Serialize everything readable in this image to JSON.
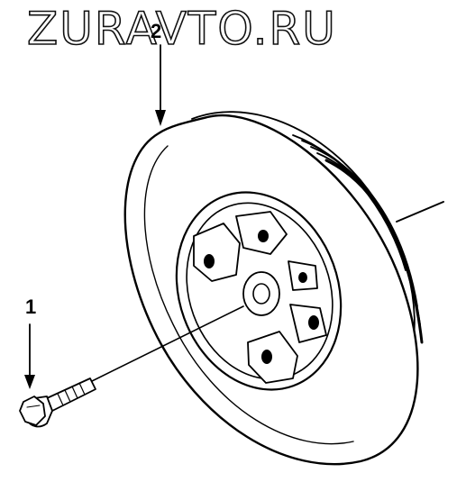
{
  "watermark": "ZURAVTO.RU",
  "callouts": {
    "part1": "1",
    "part2": "2"
  },
  "colors": {
    "line": "#000000",
    "background": "#ffffff"
  },
  "icons": [
    "bolt-icon",
    "crankshaft-pulley-icon"
  ]
}
